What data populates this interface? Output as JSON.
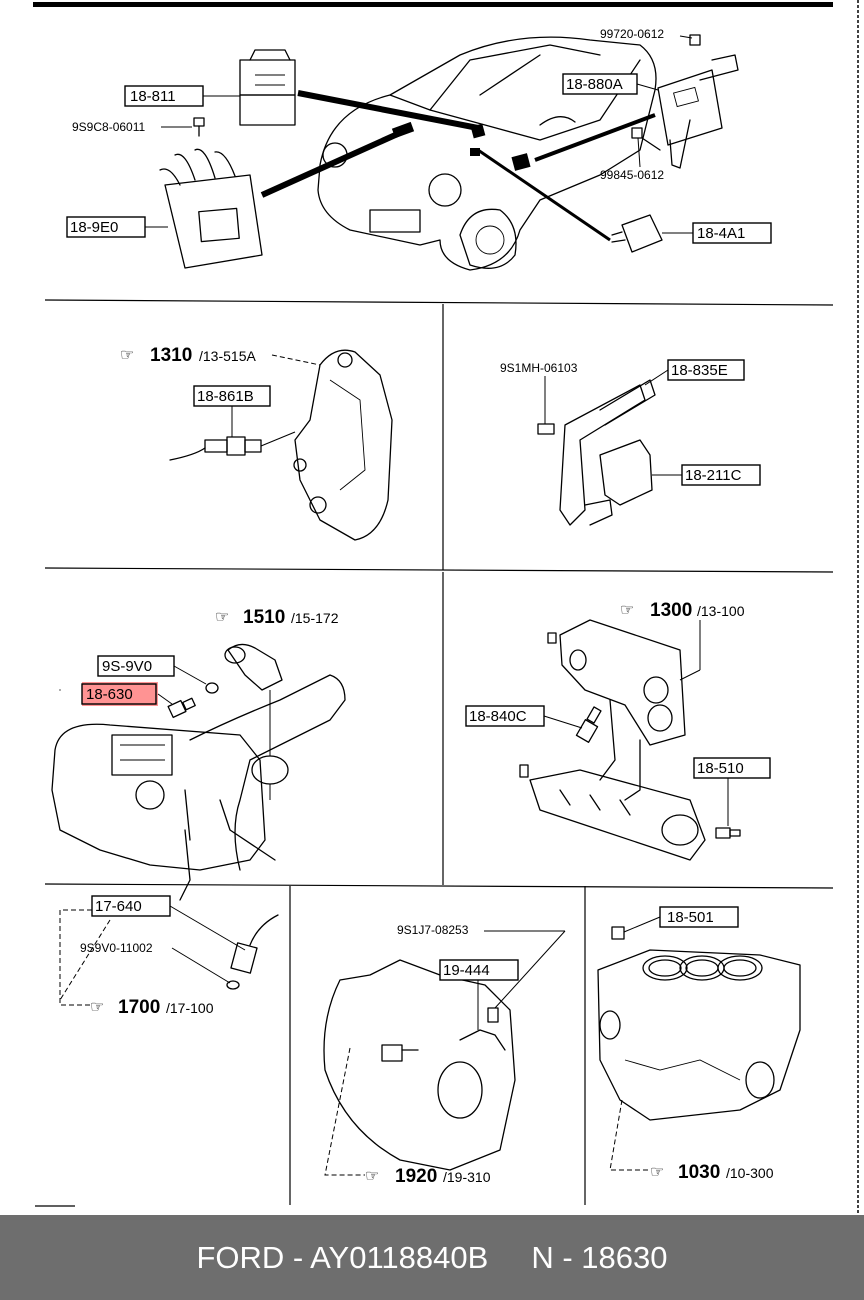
{
  "sections": {
    "top": {
      "labels": [
        "18-811",
        "9S9C8-06011",
        "18-9E0",
        "99720-0612",
        "18-880A",
        "99845-0612",
        "18-4A1"
      ]
    },
    "mid_left": {
      "ref_main": "1310",
      "ref_sub": "/13-515A",
      "labels": [
        "18-861B"
      ]
    },
    "mid_right": {
      "labels": [
        "9S1MH-06103",
        "18-835E",
        "18-211C"
      ]
    },
    "lower_left": {
      "ref_main": "1510",
      "ref_sub": "/15-172",
      "labels": [
        "9S-9V0",
        "18-630"
      ]
    },
    "lower_right": {
      "ref_main": "1300",
      "ref_sub": "/13-100",
      "labels": [
        "18-840C",
        "18-510"
      ]
    },
    "bottom_left": {
      "ref_main": "1700",
      "ref_sub": "/17-100",
      "labels": [
        "17-640",
        "9S9V0-11002"
      ]
    },
    "bottom_mid": {
      "ref_main": "1920",
      "ref_sub": "/19-310",
      "labels": [
        "9S1J7-08253",
        "19-444"
      ]
    },
    "bottom_right": {
      "ref_main": "1030",
      "ref_sub": "/10-300",
      "labels": [
        "18-501"
      ]
    }
  },
  "highlighted_label": "18-630",
  "ref_icon": "pointing-hand-icon",
  "colors": {
    "highlight": "#ff3b3b",
    "footer_bg": "#6e6e6e",
    "footer_text": "#ffffff"
  },
  "footer": {
    "text": "FORD - AY0118840B     N - 18630"
  }
}
